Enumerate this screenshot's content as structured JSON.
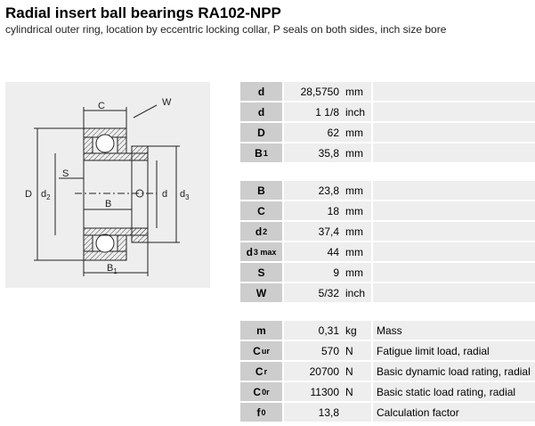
{
  "title": "Radial insert ball bearings RA102-NPP",
  "subtitle": "cylindrical outer ring, location by eccentric locking collar, P seals on both sides, inch size bore",
  "drawing_labels": {
    "C": "C",
    "W": "W",
    "S": "S",
    "B": "B",
    "B1": "B",
    "B1_sub": "1",
    "D": "D",
    "d2": "d",
    "d2_sub": "2",
    "d": "d",
    "d3": "d",
    "d3_sub": "3"
  },
  "table1": [
    {
      "sym": "d",
      "sub": "",
      "value": "28,5750",
      "unit": "mm"
    },
    {
      "sym": "d",
      "sub": "",
      "value": "1 1/8",
      "unit": "inch"
    },
    {
      "sym": "D",
      "sub": "",
      "value": "62",
      "unit": "mm"
    },
    {
      "sym": "B",
      "sub": "1",
      "value": "35,8",
      "unit": "mm"
    }
  ],
  "table2": [
    {
      "sym": "B",
      "sub": "",
      "value": "23,8",
      "unit": "mm"
    },
    {
      "sym": "C",
      "sub": "",
      "value": "18",
      "unit": "mm"
    },
    {
      "sym": "d",
      "sub": "2",
      "value": "37,4",
      "unit": "mm"
    },
    {
      "sym": "d",
      "sub": "3 max",
      "value": "44",
      "unit": "mm"
    },
    {
      "sym": "S",
      "sub": "",
      "value": "9",
      "unit": "mm"
    },
    {
      "sym": "W",
      "sub": "",
      "value": "5/32",
      "unit": "inch"
    }
  ],
  "table3": [
    {
      "sym": "m",
      "sub": "",
      "value": "0,31",
      "unit": "kg",
      "desc": "Mass"
    },
    {
      "sym": "C",
      "sub": "ur",
      "value": "570",
      "unit": "N",
      "desc": "Fatigue limit load, radial"
    },
    {
      "sym": "C",
      "sub": "r",
      "value": "20700",
      "unit": "N",
      "desc": "Basic dynamic load rating, radial"
    },
    {
      "sym": "C",
      "sub": "0r",
      "value": "11300",
      "unit": "N",
      "desc": "Basic static load rating, radial"
    },
    {
      "sym": "f",
      "sub": "0",
      "value": "13,8",
      "unit": "",
      "desc": "Calculation factor"
    }
  ]
}
